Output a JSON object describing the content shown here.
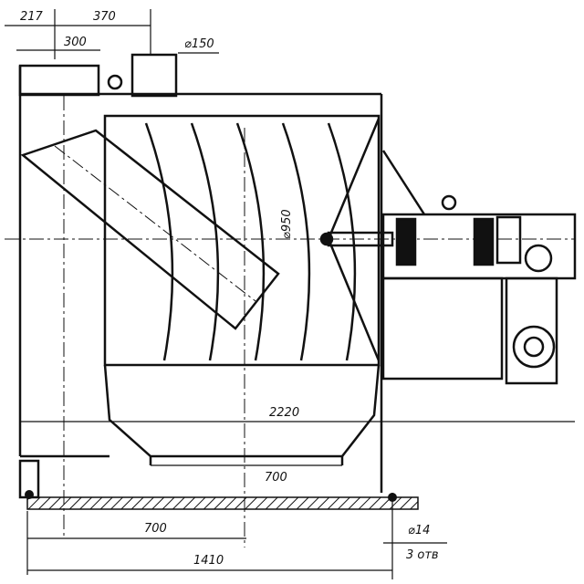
{
  "drawing": {
    "dimensions": {
      "top_left": "217",
      "top_span": "370",
      "outlet_width": "300",
      "pipe_diameter": "⌀150",
      "drum_diameter": "⌀950",
      "overall_length": "2220",
      "hopper_outlet": "700",
      "support_offset": "700",
      "support_span": "1410",
      "bolt_diameter": "⌀14",
      "bolt_count": "3 отв"
    },
    "colors": {
      "ink": "#111111",
      "paper": "#ffffff"
    }
  }
}
